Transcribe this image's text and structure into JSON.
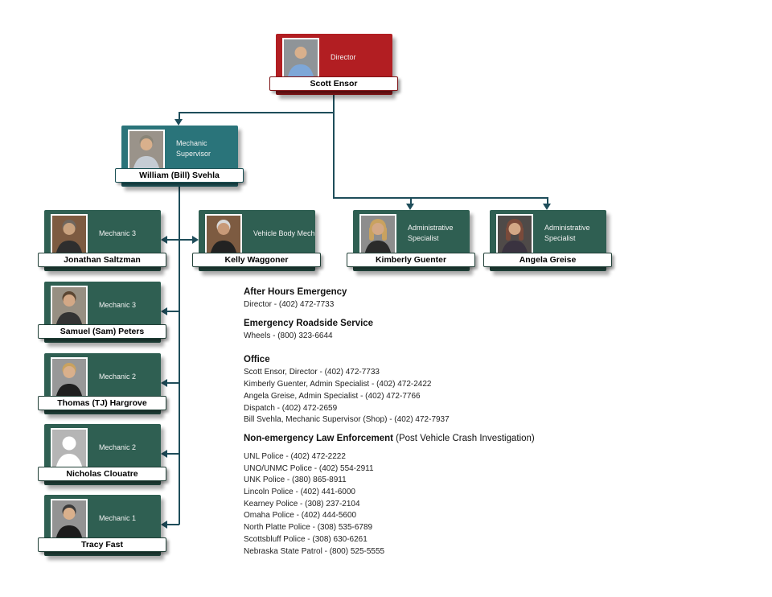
{
  "page": {
    "background": "#ffffff"
  },
  "themes": {
    "red": {
      "fill": "#B21E22",
      "dark": "#7E1316"
    },
    "teal": {
      "fill": "#2A747A",
      "dark": "#1C5156"
    },
    "green": {
      "fill": "#2F5F52",
      "dark": "#203F36"
    }
  },
  "connector_color": "#1E4D5A",
  "boxes": [
    {
      "id": "director",
      "title": "Director",
      "name": "Scott Ensor",
      "theme": "red",
      "photo": {
        "type": "photo",
        "bg": "#8F9498",
        "skin": "#D9B08C",
        "hair": "none",
        "shirt": "#7EA7D8",
        "long_hair": false
      }
    },
    {
      "id": "mechanic-supervisor",
      "title": "Mechanic Supervisor",
      "name": "William (Bill) Svehla",
      "theme": "teal",
      "photo": {
        "type": "photo",
        "bg": "#9A938A",
        "skin": "#D9B08C",
        "hair": "#8A8578",
        "shirt": "#C5CCD4",
        "long_hair": false
      }
    },
    {
      "id": "mechanic3-saltzman",
      "title": "Mechanic 3",
      "name": "Jonathan Saltzman",
      "theme": "green",
      "photo": {
        "type": "photo",
        "bg": "#7D5B41",
        "skin": "#CAA37F",
        "hair": "#6F675F",
        "shirt": "#2E2E2E",
        "long_hair": false
      }
    },
    {
      "id": "vehicle-body-mech",
      "title": "Vehicle Body Mech",
      "name": "Kelly Waggoner",
      "theme": "green",
      "photo": {
        "type": "photo",
        "bg": "#7D5B41",
        "skin": "#C89A78",
        "hair": "#D8D8D8",
        "shirt": "#222222",
        "long_hair": false
      }
    },
    {
      "id": "admin-specialist-guenter",
      "title": "Administrative Specialist",
      "name": "Kimberly Guenter",
      "theme": "green",
      "photo": {
        "type": "photo",
        "bg": "#8D8D8D",
        "skin": "#D3A886",
        "hair": "#C9A25F",
        "shirt": "#2A2A2A",
        "long_hair": true
      }
    },
    {
      "id": "admin-specialist-greise",
      "title": "Administrative Specialist",
      "name": "Angela Greise",
      "theme": "green",
      "photo": {
        "type": "photo",
        "bg": "#4F4A48",
        "skin": "#D3A886",
        "hair": "#7A4A3A",
        "shirt": "#3A3340",
        "long_hair": true
      }
    },
    {
      "id": "mechanic3-peters",
      "title": "Mechanic 3",
      "name": "Samuel (Sam) Peters",
      "theme": "green",
      "photo": {
        "type": "photo",
        "bg": "#978F82",
        "skin": "#D3A886",
        "hair": "#5B4632",
        "shirt": "#333333",
        "long_hair": false
      }
    },
    {
      "id": "mechanic2-hargrove",
      "title": "Mechanic 2",
      "name": "Thomas (TJ) Hargrove",
      "theme": "green",
      "photo": {
        "type": "photo",
        "bg": "#989898",
        "skin": "#D9B08C",
        "hair": "#C9A25F",
        "shirt": "#1F1F1F",
        "long_hair": false
      }
    },
    {
      "id": "mechanic2-clouatre",
      "title": "Mechanic 2",
      "name": "Nicholas Clouatre",
      "theme": "green",
      "photo": {
        "type": "placeholder",
        "bg": "#B5B5B5",
        "silhouette": "#FFFFFF"
      }
    },
    {
      "id": "mechanic1-fast",
      "title": "Mechanic 1",
      "name": "Tracy Fast",
      "theme": "green",
      "photo": {
        "type": "photo",
        "bg": "#939393",
        "skin": "#D9B08C",
        "hair": "#3A3A3A",
        "shirt": "#1C1C1C",
        "long_hair": false
      }
    }
  ],
  "contacts": {
    "sections": [
      {
        "id": "after-hours",
        "heading": "After Hours Emergency",
        "lines": [
          "Director - (402) 472-7733"
        ]
      },
      {
        "id": "roadside",
        "heading": "Emergency Roadside Service",
        "lines": [
          "Wheels - (800) 323-6644"
        ]
      },
      {
        "id": "office",
        "heading": "Office",
        "lines": [
          "Scott Ensor, Director - (402) 472-7733",
          "Kimberly Guenter, Admin Specialist - (402) 472-2422",
          "Angela Greise, Admin Specialist - (402) 472-7766",
          "Dispatch - (402) 472-2659",
          "Bill Svehla, Mechanic Supervisor (Shop) - (402) 472-7937"
        ]
      },
      {
        "id": "law",
        "heading": "Non-emergency Law Enforcement",
        "heading_suffix": " (Post Vehicle Crash Investigation)",
        "lines": [
          "UNL Police - (402) 472-2222",
          "UNO/UNMC Police - (402) 554-2911",
          "UNK Police - (380) 865-8911",
          "Lincoln Police - (402) 441-6000",
          "Kearney Police - (308) 237-2104",
          "Omaha Police - (402) 444-5600",
          "North Platte Police - (308) 535-6789",
          "Scottsbluff Police - (308) 630-6261",
          "Nebraska State Patrol - (800) 525-5555"
        ]
      }
    ]
  }
}
